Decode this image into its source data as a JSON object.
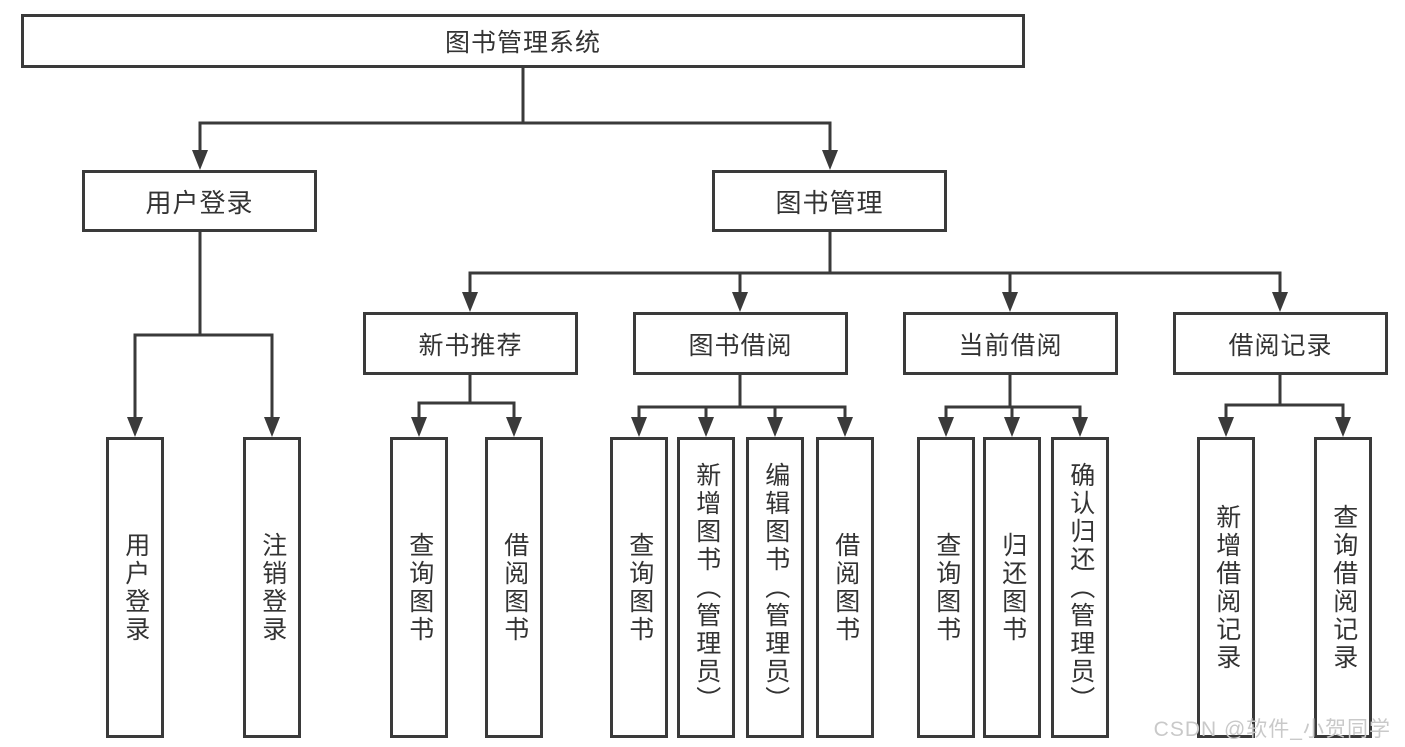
{
  "diagram": {
    "root": {
      "label": "图书管理系统"
    },
    "level2": [
      {
        "id": "user-login",
        "label": "用户登录"
      },
      {
        "id": "book-management",
        "label": "图书管理"
      }
    ],
    "level3": [
      {
        "id": "new-book-recommend",
        "label": "新书推荐"
      },
      {
        "id": "book-borrowing",
        "label": "图书借阅"
      },
      {
        "id": "current-borrowing",
        "label": "当前借阅"
      },
      {
        "id": "borrowing-records",
        "label": "借阅记录"
      }
    ],
    "leaves": [
      {
        "id": "user-login-leaf",
        "parent": "user-login",
        "label": "用户登录"
      },
      {
        "id": "logout",
        "parent": "user-login",
        "label": "注销登录"
      },
      {
        "id": "recommend-query-books",
        "parent": "new-book-recommend",
        "label": "查询图书"
      },
      {
        "id": "recommend-borrow-books",
        "parent": "new-book-recommend",
        "label": "借阅图书"
      },
      {
        "id": "borrowing-query-books",
        "parent": "book-borrowing",
        "label": "查询图书"
      },
      {
        "id": "borrowing-add-books-admin",
        "parent": "book-borrowing",
        "label": "新增图书（管理员）"
      },
      {
        "id": "borrowing-edit-books-admin",
        "parent": "book-borrowing",
        "label": "编辑图书（管理员）"
      },
      {
        "id": "borrowing-borrow-books",
        "parent": "book-borrowing",
        "label": "借阅图书"
      },
      {
        "id": "current-query-books",
        "parent": "current-borrowing",
        "label": "查询图书"
      },
      {
        "id": "current-return-books",
        "parent": "current-borrowing",
        "label": "归还图书"
      },
      {
        "id": "current-confirm-return-admin",
        "parent": "current-borrowing",
        "label": "确认归还（管理员）"
      },
      {
        "id": "records-add-borrow-record",
        "parent": "borrowing-records",
        "label": "新增借阅记录"
      },
      {
        "id": "records-query-borrow-record",
        "parent": "borrowing-records",
        "label": "查询借阅记录"
      }
    ],
    "watermark": "CSDN @软件_小贺同学",
    "colors": {
      "line": "#3a3a3a",
      "text": "#333333",
      "background": "#ffffff",
      "watermark": "#c9c9c9"
    }
  }
}
